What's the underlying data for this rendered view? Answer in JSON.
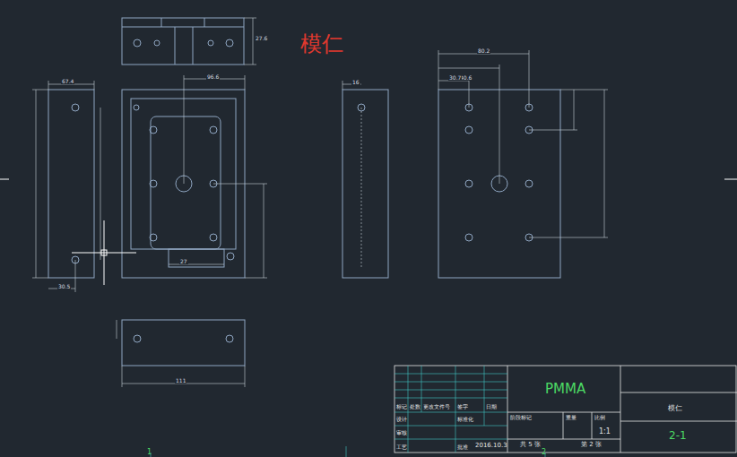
{
  "diagram": {
    "title": "模仁",
    "labels": [
      "PMMA",
      "标记",
      "处数",
      "更改文件号",
      "签字",
      "日期",
      "设计",
      "标准化",
      "审核",
      "工艺",
      "批准",
      "2016.10.3",
      "阶段标记",
      "重量",
      "比例",
      "1:1",
      "共 5 张",
      "第 2 张",
      "模仁",
      "2-1",
      "1",
      "2",
      "67.4",
      "30.5",
      "96.6",
      "27.6",
      "16",
      "80.2",
      "40.6",
      "30.7",
      "111",
      "27"
    ]
  }
}
